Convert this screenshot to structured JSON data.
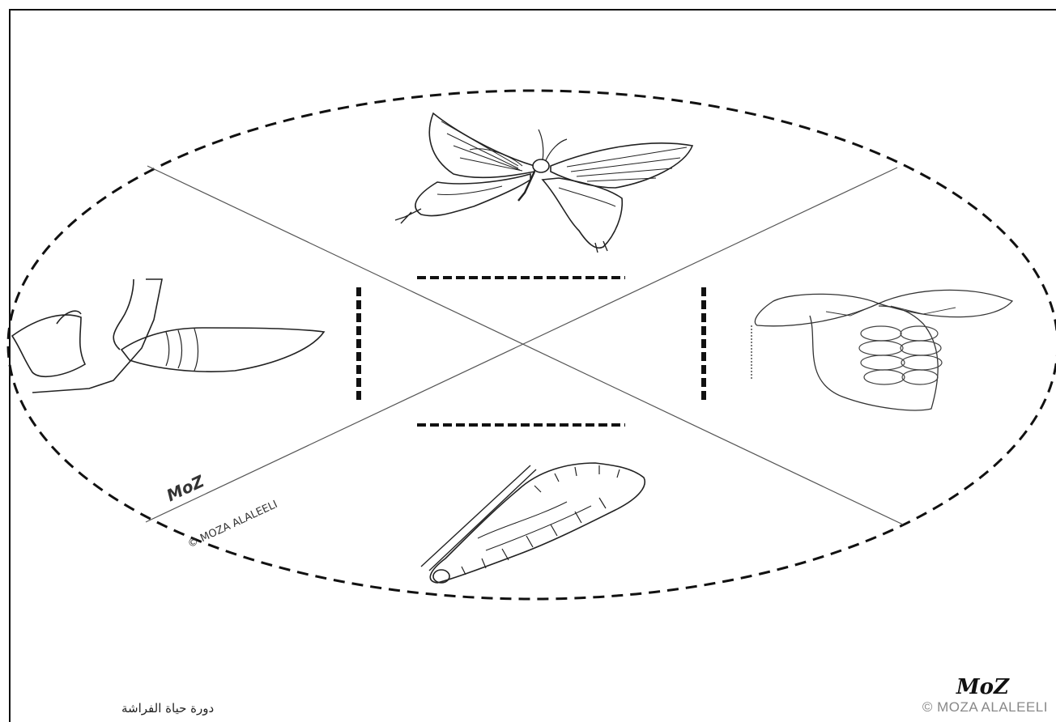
{
  "worksheet": {
    "title_ar": "دورة حياة الفراشة",
    "logo_text": "MoZ",
    "copyright": "© MOZA ALALEELI",
    "inner_copyright": "© MOZA ALALEELI",
    "inner_logo": "MoZ"
  },
  "stages": [
    {
      "name": "butterfly",
      "icon": "butterfly-icon"
    },
    {
      "name": "eggs",
      "icon": "eggs-on-leaf-icon"
    },
    {
      "name": "caterpillar",
      "icon": "caterpillar-icon"
    },
    {
      "name": "chrysalis",
      "icon": "chrysalis-icon"
    }
  ]
}
